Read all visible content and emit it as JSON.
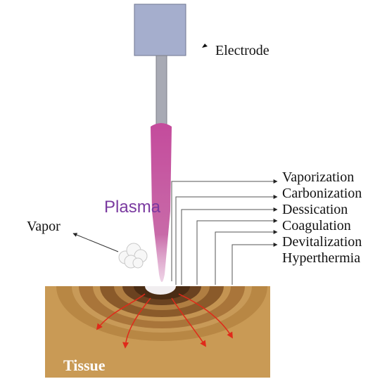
{
  "labels": {
    "electrode": "Electrode",
    "plasma": "Plasma",
    "vapor": "Vapor",
    "tissue": "Tissue"
  },
  "effects": [
    "Vaporization",
    "Carbonization",
    "Dessication",
    "Coagulation",
    "Devitalization",
    "Hyperthermia"
  ],
  "colors": {
    "electrode_head": "#a5aecd",
    "plasma": "#c0489a",
    "plasma_label": "#7a3aa0",
    "tissue": "#c99a55",
    "heat_arrows": "#e02a1a"
  }
}
